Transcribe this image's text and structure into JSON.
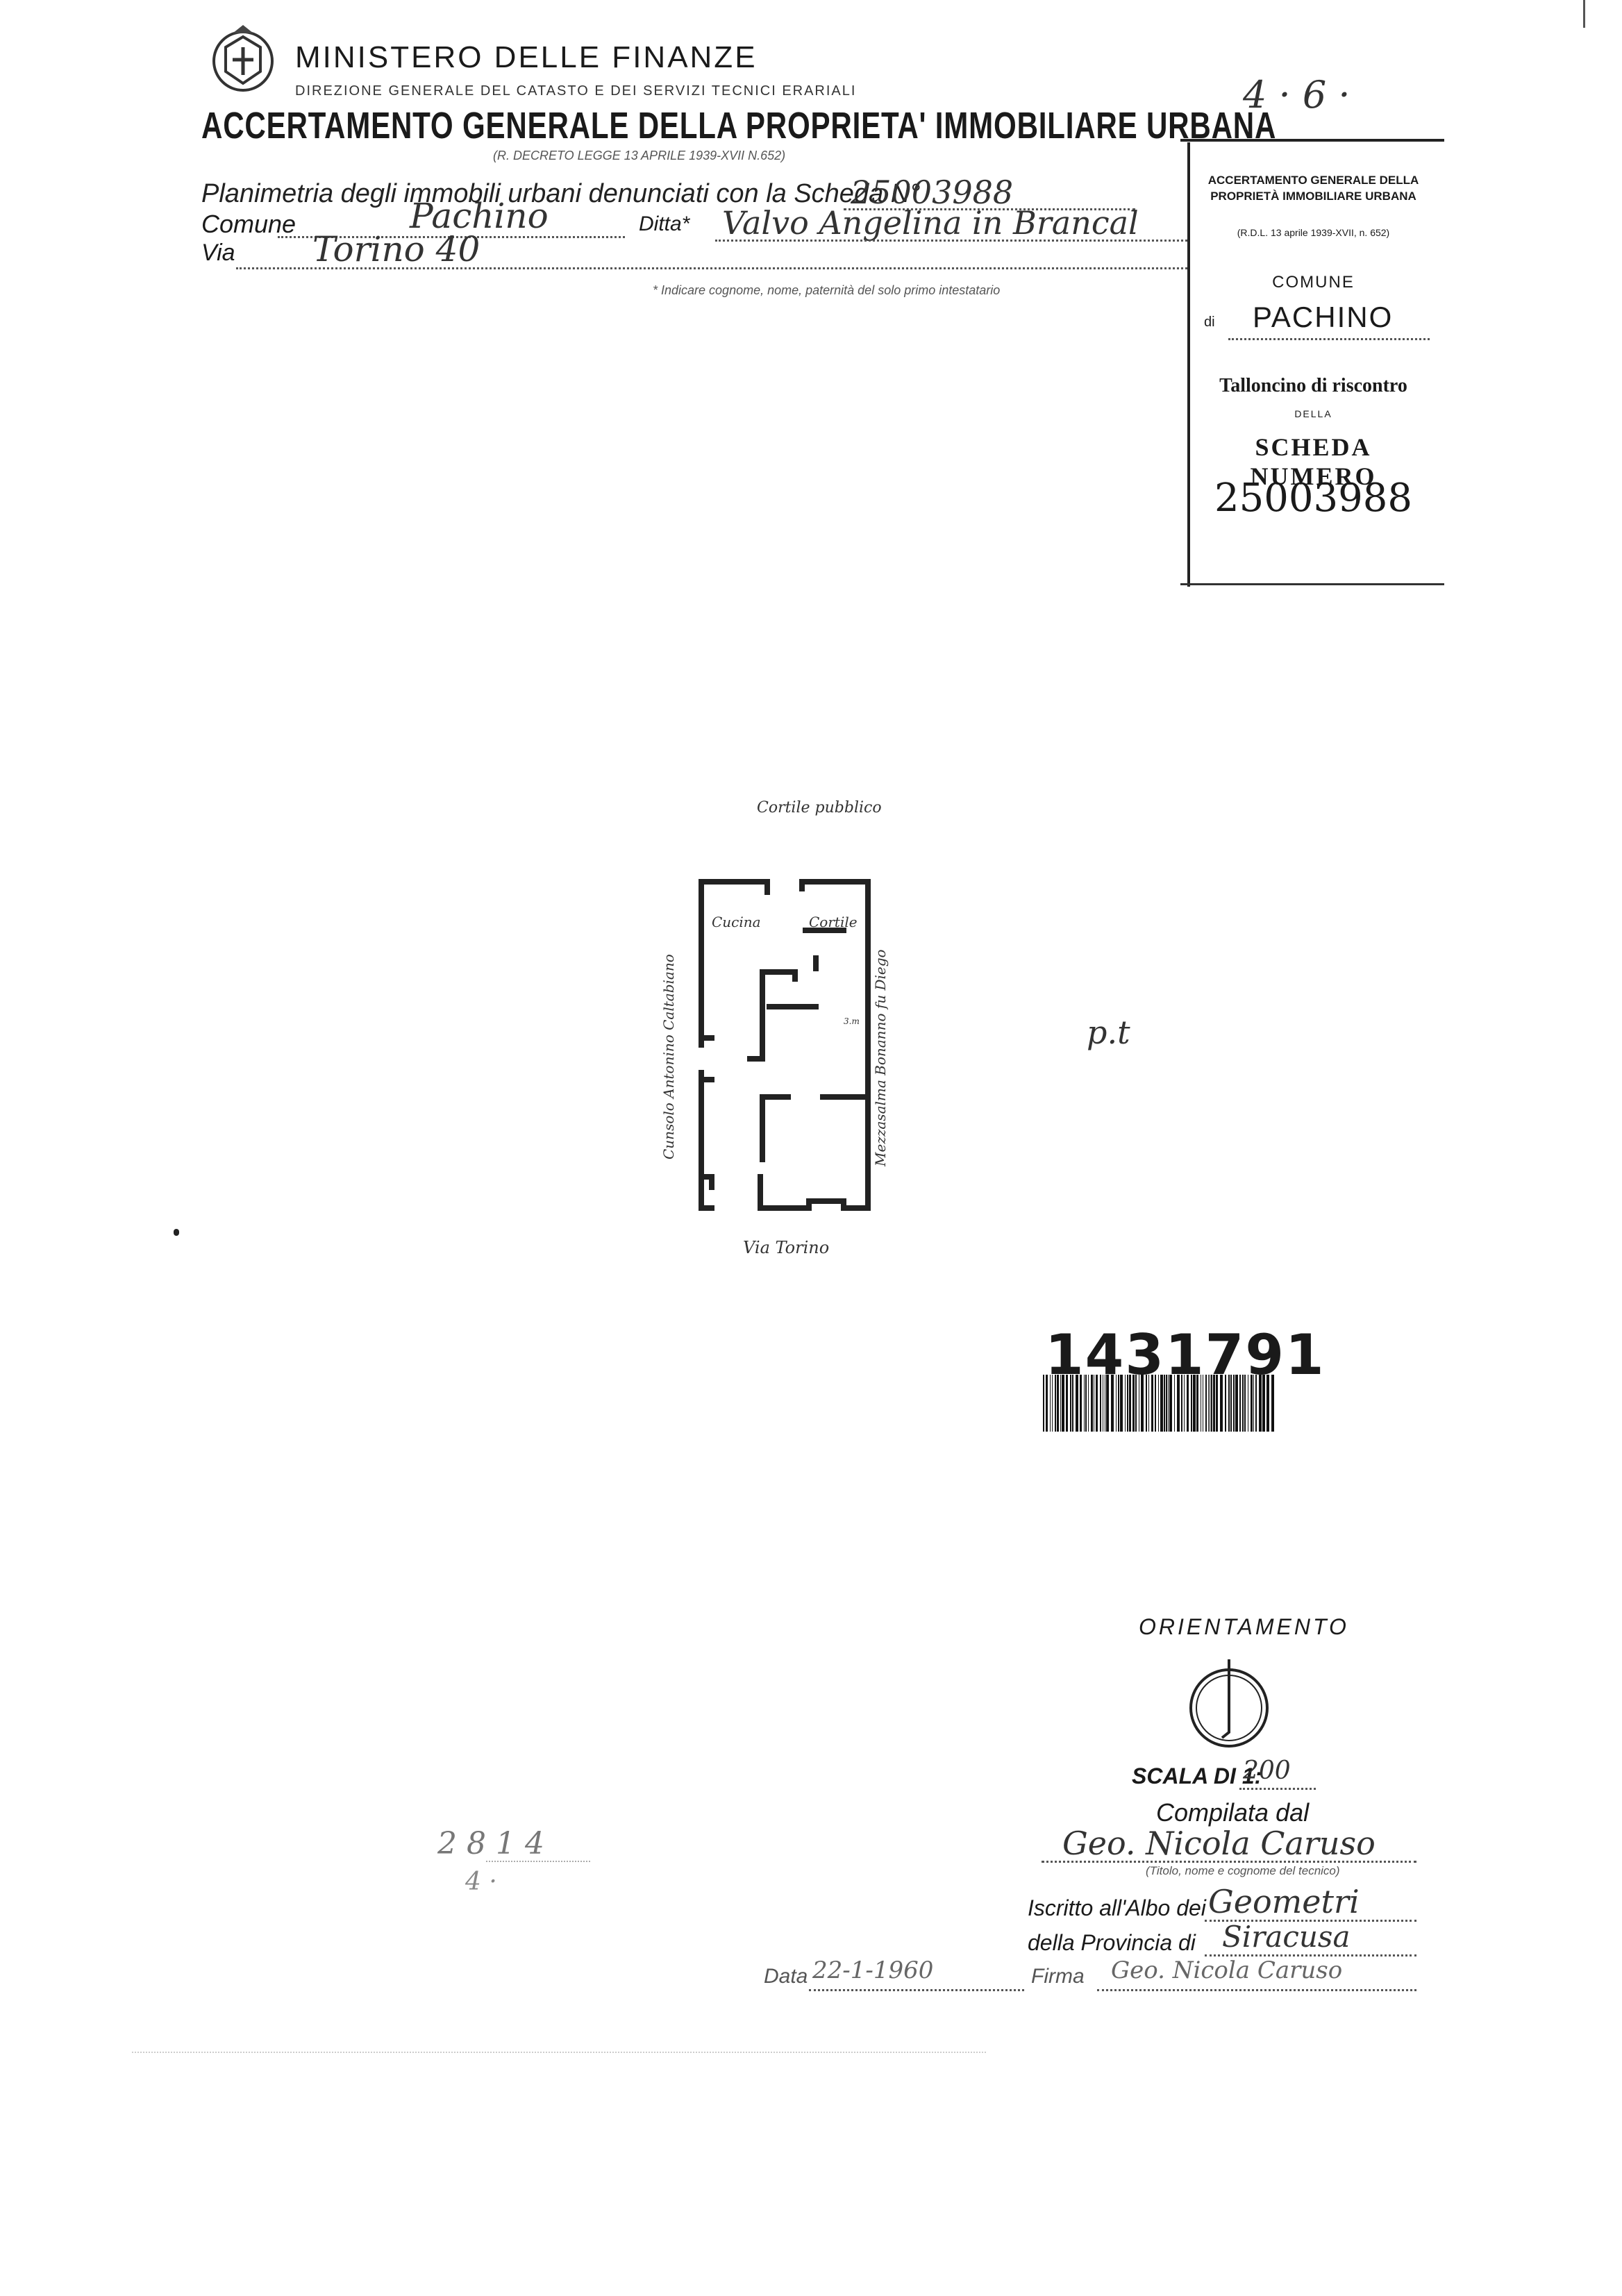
{
  "header": {
    "ministry": "MINISTERO DELLE FINANZE",
    "direzione": "DIREZIONE GENERALE DEL CATASTO E DEI SERVIZI TECNICI ERARIALI",
    "title": "ACCERTAMENTO GENERALE DELLA PROPRIETA' IMMOBILIARE URBANA",
    "decree": "(R. DECRETO LEGGE 13 APRILE 1939-XVII N.652)",
    "corner_note": "4 · 6 ·"
  },
  "form": {
    "plan_label": "Planimetria degli immobili urbani denunciati con la Scheda N°",
    "scheda_value": "25003988",
    "comune_label": "Comune",
    "comune_value": "Pachino",
    "ditta_label": "Ditta*",
    "ditta_value": "Valvo Angelina in Brancal",
    "via_label": "Via",
    "via_value": "Torino 40",
    "note": "* Indicare cognome, nome, paternità del solo primo intestatario"
  },
  "tally": {
    "heading1": "ACCERTAMENTO GENERALE DELLA",
    "heading2": "PROPRIETÀ IMMOBILIARE URBANA",
    "law": "(R.D.L. 13 aprile 1939-XVII, n. 652)",
    "comune_label": "COMUNE",
    "di_label": "di",
    "comune_value": "PACHINO",
    "talloncino": "Talloncino di riscontro",
    "della": "DELLA",
    "scheda_numero": "SCHEDA NUMERO",
    "scheda_value": "25003988"
  },
  "plan": {
    "top_label": "Cortile pubblico",
    "bottom_label": "Via Torino",
    "left_label": "Cunsolo Antonino Caltabiano",
    "right_label": "Mezzasalma Bonanno fu Diego",
    "rooms": [
      "Cucina",
      "Cortile",
      "3.m"
    ],
    "floor_label": "p.t"
  },
  "barcode": {
    "number": "1431791"
  },
  "footer": {
    "orientamento": "ORIENTAMENTO",
    "scala_label": "SCALA DI 1:",
    "scala_value": "200",
    "compilata": "Compilata dal",
    "tecnico_value": "Geo. Nicola Caruso",
    "titolo_note": "(Titolo, nome e cognome del tecnico)",
    "iscritto_label": "Iscritto all'Albo dei",
    "iscritto_value": "Geometri",
    "provincia_label": "della Provincia di",
    "provincia_value": "Siracusa",
    "data_label": "Data",
    "data_value": "22-1-1960",
    "firma_label": "Firma",
    "firma_value": "Geo. Nicola Caruso",
    "left_note": "2 8 1 4",
    "left_note2": "4 ·"
  }
}
